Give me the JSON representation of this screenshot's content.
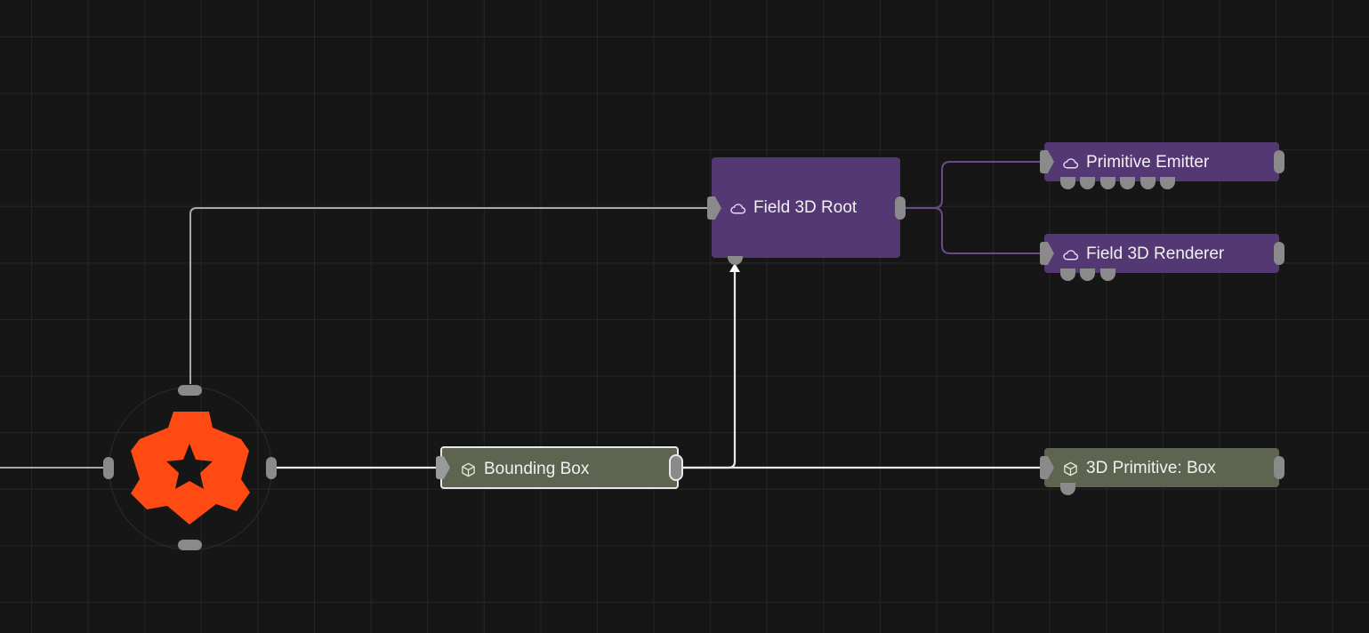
{
  "graph": {
    "nodes": {
      "field_3d_root": {
        "label": "Field 3D Root",
        "icon": "cloud-icon"
      },
      "primitive_emitter": {
        "label": "Primitive Emitter",
        "icon": "cloud-icon",
        "sub_port_count": 6
      },
      "field_3d_renderer": {
        "label": "Field 3D Renderer",
        "icon": "cloud-icon",
        "sub_port_count": 3
      },
      "bounding_box": {
        "label": "Bounding Box",
        "icon": "cube-icon",
        "selected": true
      },
      "primitive_box": {
        "label": "3D Primitive: Box",
        "icon": "cube-icon",
        "sub_port_count": 1
      }
    },
    "root": {
      "icon": "star-cog-logo-icon"
    }
  },
  "colors": {
    "canvas": "#161616",
    "grid": "#262626",
    "field_node": "#543874",
    "geometry_node": "#5d6550",
    "wire_white": "#e9e9e9",
    "wire_gray": "#a9a9a9",
    "wire_purple": "#6a4a8c",
    "port": "#8a8a8a",
    "logo": "#ff4a14"
  }
}
